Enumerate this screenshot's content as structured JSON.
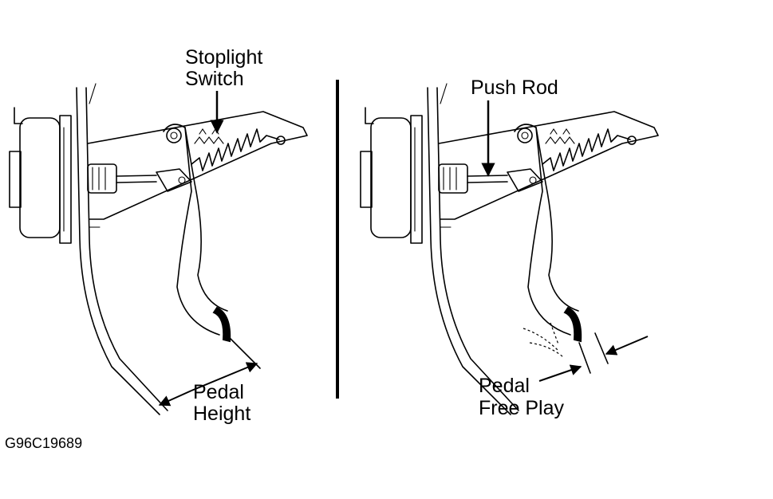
{
  "labels": {
    "stoplight_switch_line1": "Stoplight",
    "stoplight_switch_line2": "Switch",
    "pedal_height_line1": "Pedal",
    "pedal_height_line2": "Height",
    "push_rod": "Push Rod",
    "pedal_free_play_line1": "Pedal",
    "pedal_free_play_line2": "Free Play",
    "figure_code": "G96C19689"
  }
}
